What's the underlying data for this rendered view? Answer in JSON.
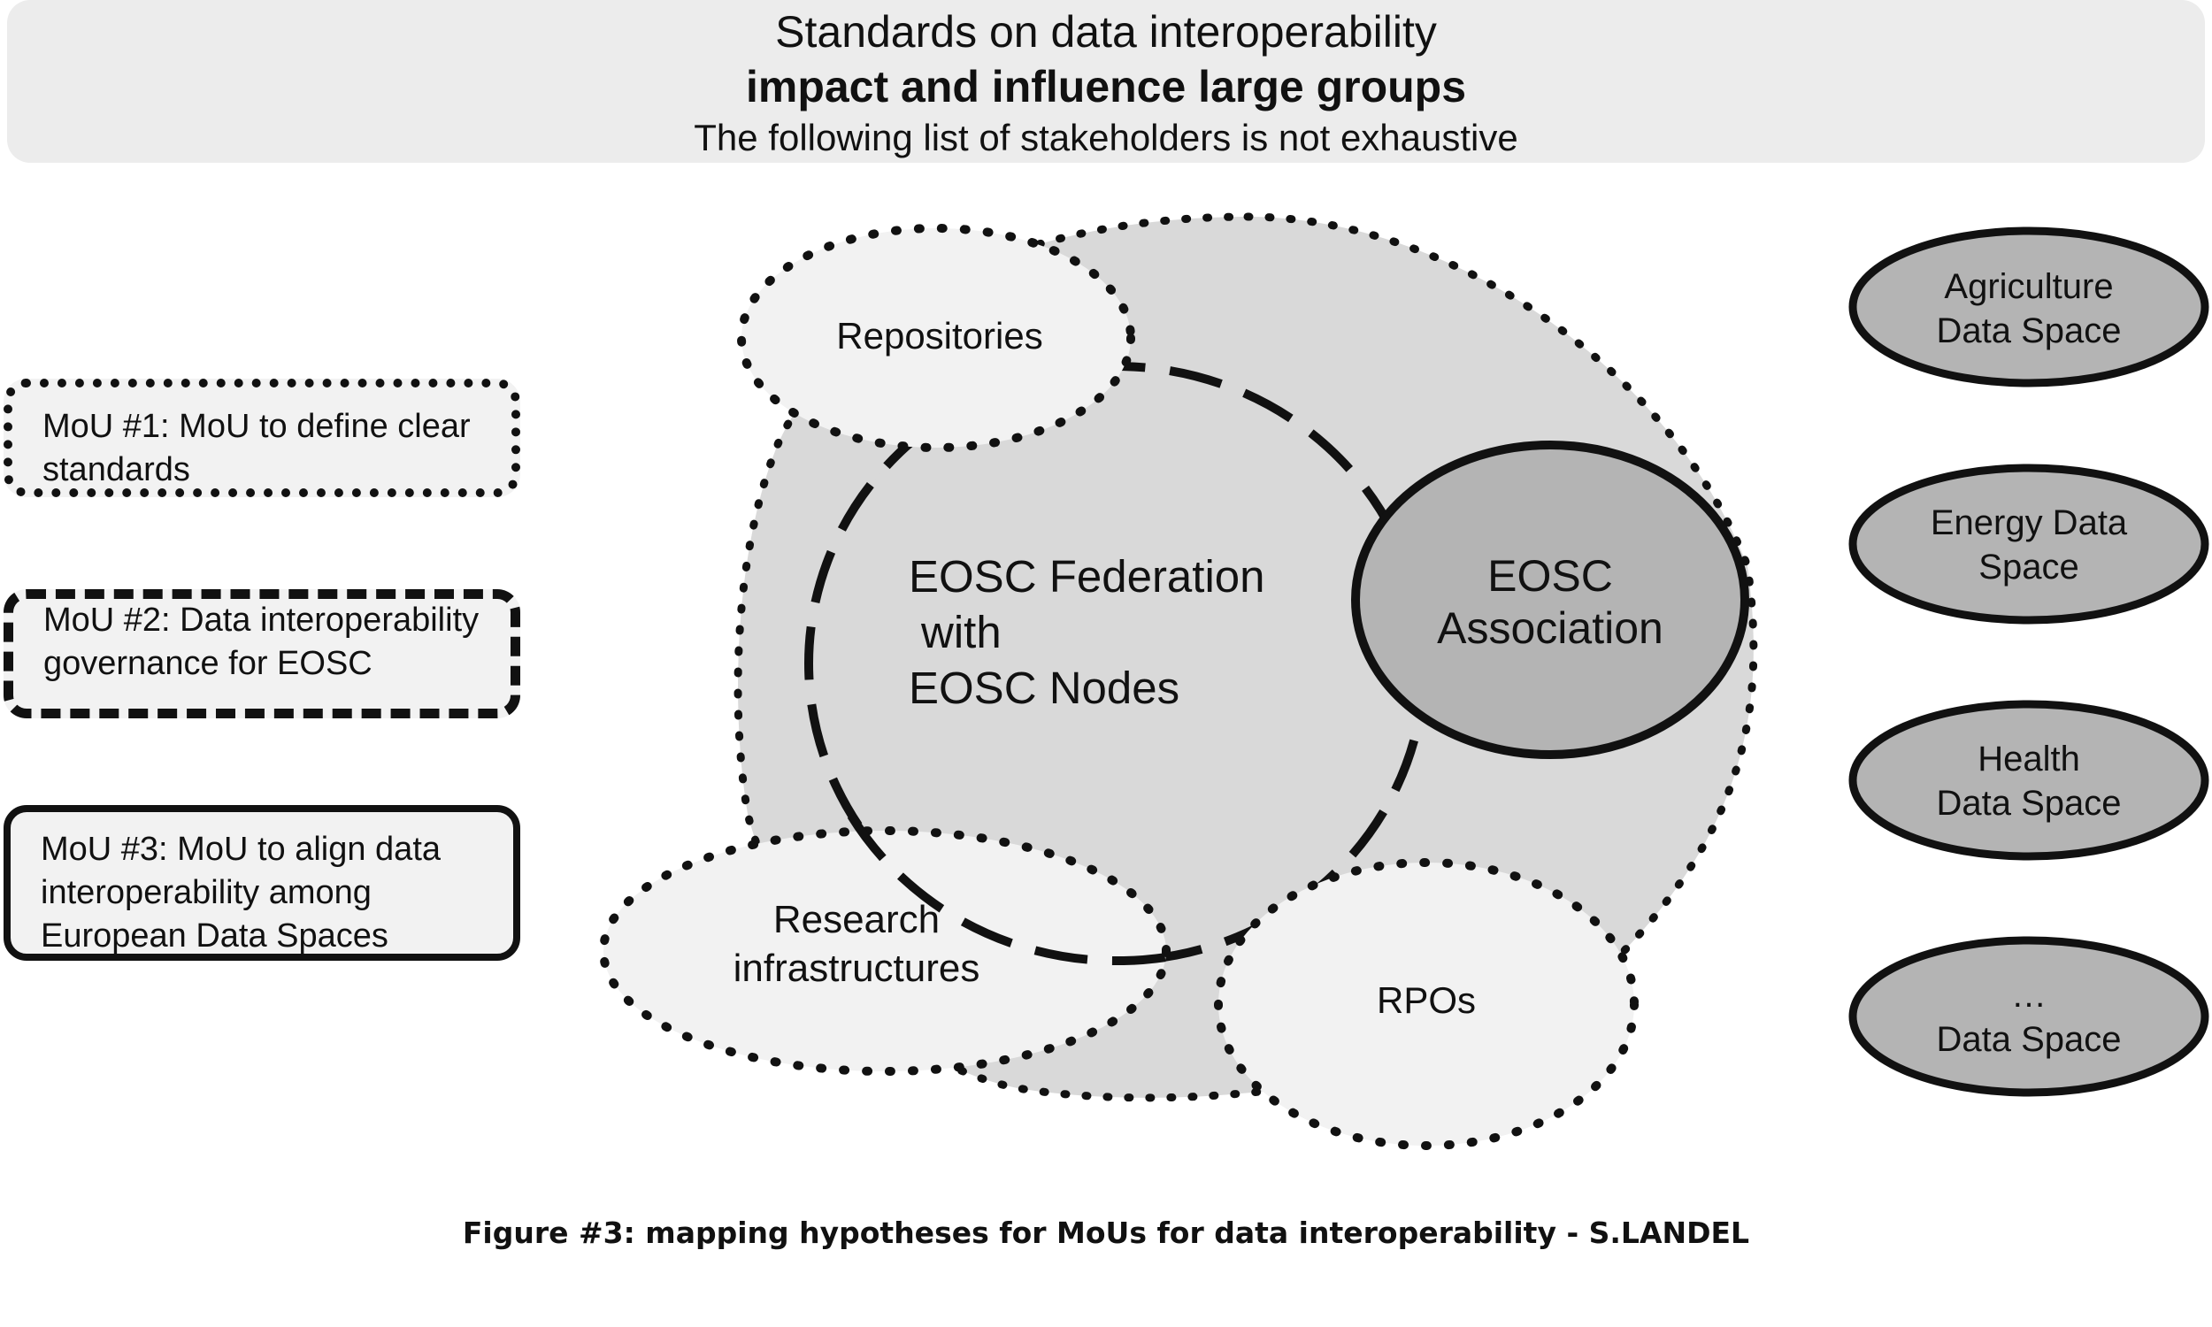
{
  "header": {
    "line1": "Standards on data interoperability",
    "line2": "impact and influence large groups",
    "line3": "The following list of stakeholders is not exhaustive"
  },
  "mous": [
    {
      "text": "MoU #1: MoU to define clear standards",
      "border": "dotted"
    },
    {
      "text": "MoU #2: Data interoperability governance for EOSC",
      "border": "dashed"
    },
    {
      "text": "MoU #3: MoU to align data interoperability among European Data Spaces",
      "border": "solid"
    }
  ],
  "central": {
    "repositories": "Repositories",
    "federation": [
      "EOSC Federation",
      "with",
      "EOSC Nodes"
    ],
    "association": [
      "EOSC",
      "Association"
    ],
    "research_infra": [
      "Research",
      "infrastructures"
    ],
    "rpos": "RPOs"
  },
  "data_spaces": [
    [
      "Agriculture",
      "Data Space"
    ],
    [
      "Energy Data",
      "Space"
    ],
    [
      "Health",
      "Data Space"
    ],
    [
      "…",
      "Data Space"
    ]
  ],
  "colors": {
    "banner_bg": "#ececec",
    "light_fill": "#f2f2f2",
    "mid_fill": "#d9d9d9",
    "dark_fill": "#b4b4b4",
    "stroke": "#111111"
  },
  "caption": "Figure #3: mapping hypotheses for MoUs for data interoperability - S.LANDEL"
}
